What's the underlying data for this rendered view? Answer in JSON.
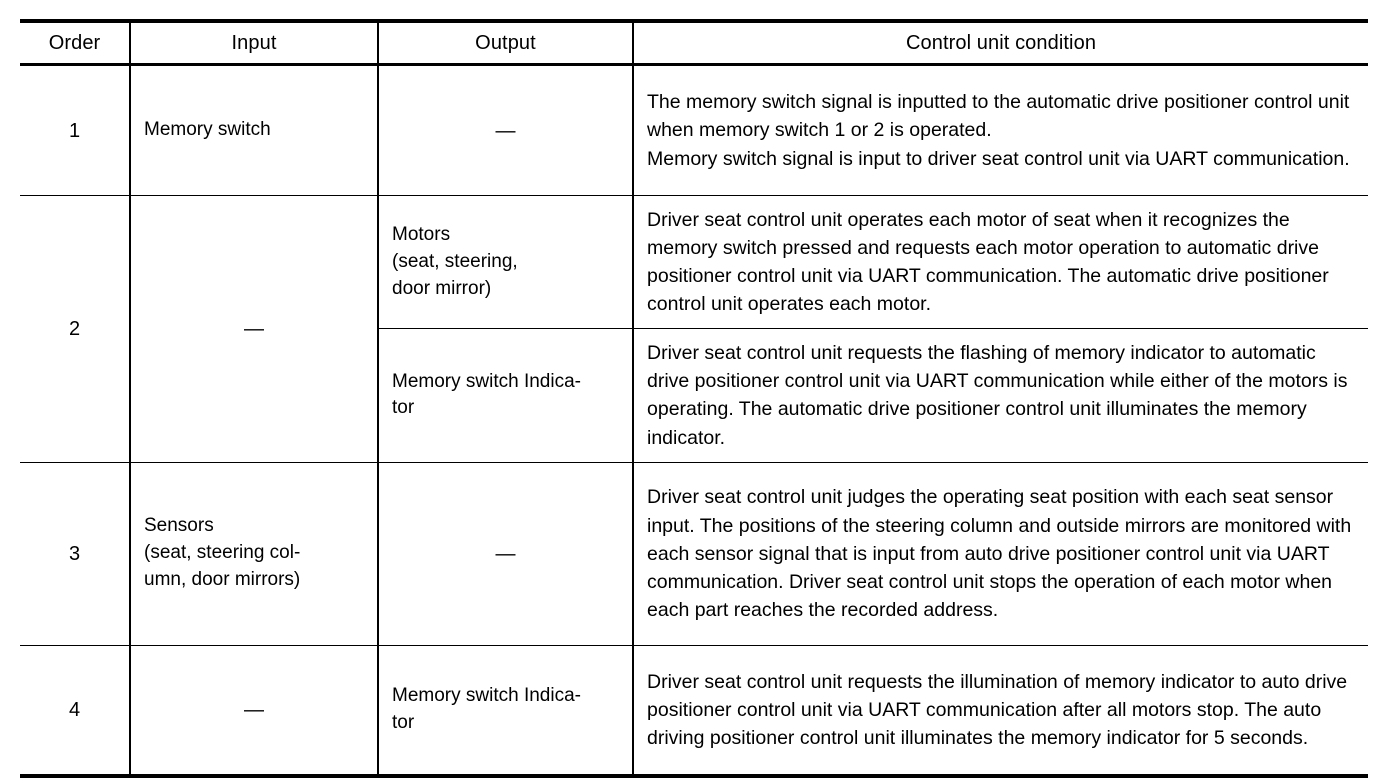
{
  "table": {
    "columns": [
      {
        "key": "order",
        "label": "Order"
      },
      {
        "key": "input",
        "label": "Input"
      },
      {
        "key": "output",
        "label": "Output"
      },
      {
        "key": "cond",
        "label": "Control unit condition"
      }
    ],
    "rows": [
      {
        "order": "1",
        "input": "Memory switch",
        "output": "—",
        "condition": "The memory switch signal is inputted to the automatic drive positioner control unit when memory switch 1 or 2 is operated.\nMemory switch signal is input to driver seat control unit via UART communication."
      },
      {
        "order": "2",
        "input": "—",
        "subrows": [
          {
            "output": "Motors\n(seat, steering,\ndoor mirror)",
            "condition": "Driver seat control unit operates each motor of seat when it recognizes the memory switch pressed and requests each motor operation to automatic drive positioner control unit via UART communication. The automatic drive positioner control unit operates each motor."
          },
          {
            "output": "Memory switch Indica-\ntor",
            "condition": "Driver seat control unit requests the flashing of memory indicator to automatic drive positioner control unit via UART communication while either of the motors is operating. The automatic drive positioner control unit illuminates the memory indicator."
          }
        ]
      },
      {
        "order": "3",
        "input": "Sensors\n(seat, steering col-\numn, door mirrors)",
        "output": "—",
        "condition": "Driver seat control unit judges the operating seat position with each seat sensor input. The positions of the steering column and outside mirrors are monitored with each sensor signal that is input from auto drive positioner control unit via UART communication. Driver seat control unit stops the operation of each motor when each part reaches the recorded address."
      },
      {
        "order": "4",
        "input": "—",
        "output": "Memory switch Indica-\ntor",
        "condition": "Driver seat control unit requests the illumination of memory indicator to auto drive positioner control unit via UART communication after all motors stop. The auto driving positioner control unit illuminates the memory indicator for 5 seconds."
      }
    ]
  },
  "style": {
    "text_color": "#000000",
    "background_color": "#ffffff",
    "rule_color": "#000000"
  }
}
